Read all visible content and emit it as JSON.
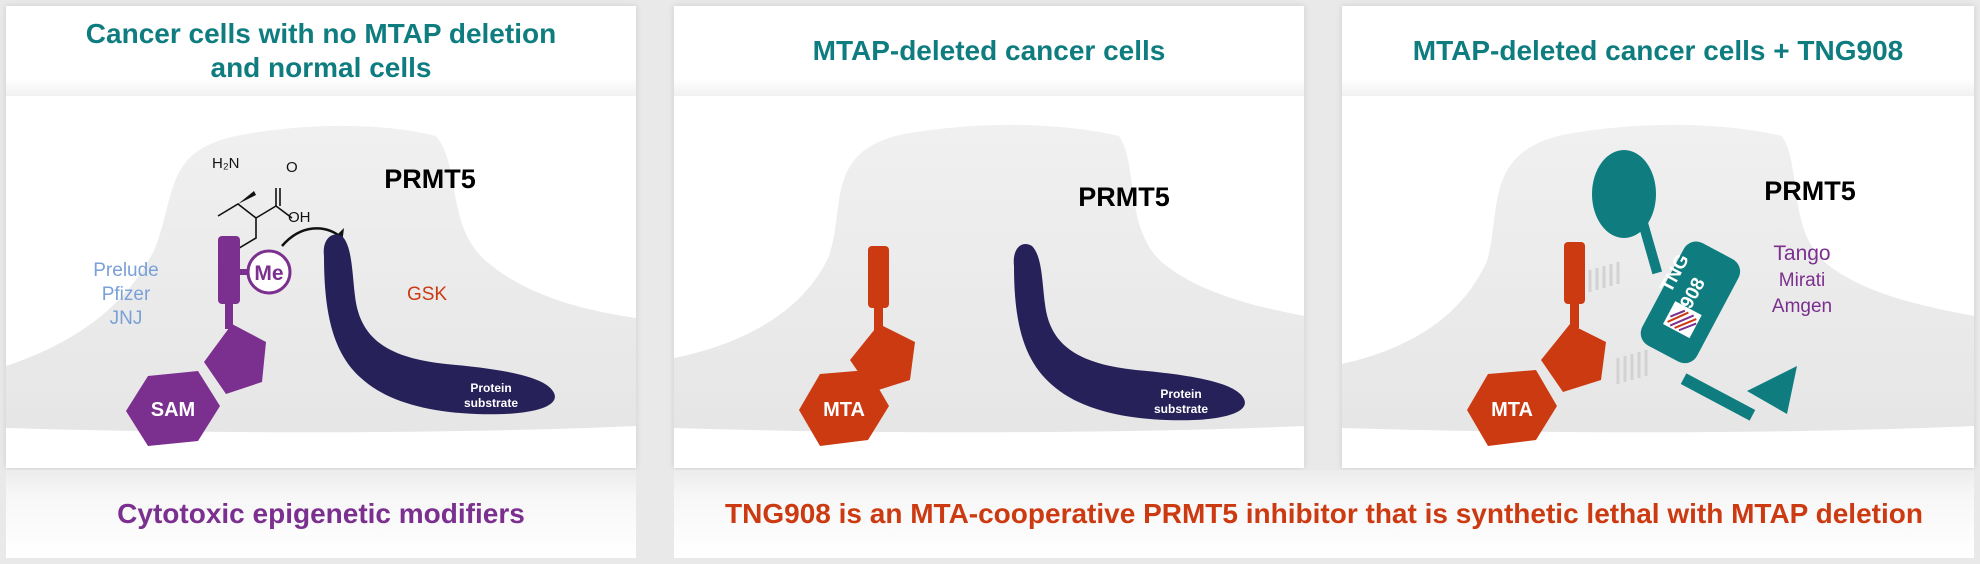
{
  "panels": [
    {
      "title_lines": [
        "Cancer cells with no MTAP deletion",
        "and normal cells"
      ],
      "enzyme_label": "PRMT5",
      "cofactor_label": "SAM",
      "methyl_label": "Me",
      "amine_label": "H₂N",
      "hydroxyl_label": "OH",
      "carbonyl_label": "O",
      "substrate_label": [
        "Protein",
        "substrate"
      ],
      "companies_left": [
        "Prelude",
        "Pfizer",
        "JNJ"
      ],
      "company_right": "GSK"
    },
    {
      "title_lines": [
        "MTAP-deleted cancer cells"
      ],
      "enzyme_label": "PRMT5",
      "cofactor_label": "MTA",
      "substrate_label": [
        "Protein",
        "substrate"
      ]
    },
    {
      "title_lines": [
        "MTAP-deleted cancer cells + TNG908"
      ],
      "enzyme_label": "PRMT5",
      "cofactor_label": "MTA",
      "drug_label": [
        "TNG",
        "908"
      ],
      "companies_right": [
        "Tango",
        "Mirati",
        "Amgen"
      ]
    }
  ],
  "footers": {
    "left": "Cytotoxic epigenetic modifiers",
    "right": "TNG908 is an MTA-cooperative PRMT5 inhibitor that is synthetic lethal with MTAP deletion"
  },
  "colors": {
    "teal": "#0f7d80",
    "purple": "#7b2f8e",
    "orange": "#cc3a12",
    "navy": "#27215a",
    "lightblue": "#7aa0d8"
  }
}
